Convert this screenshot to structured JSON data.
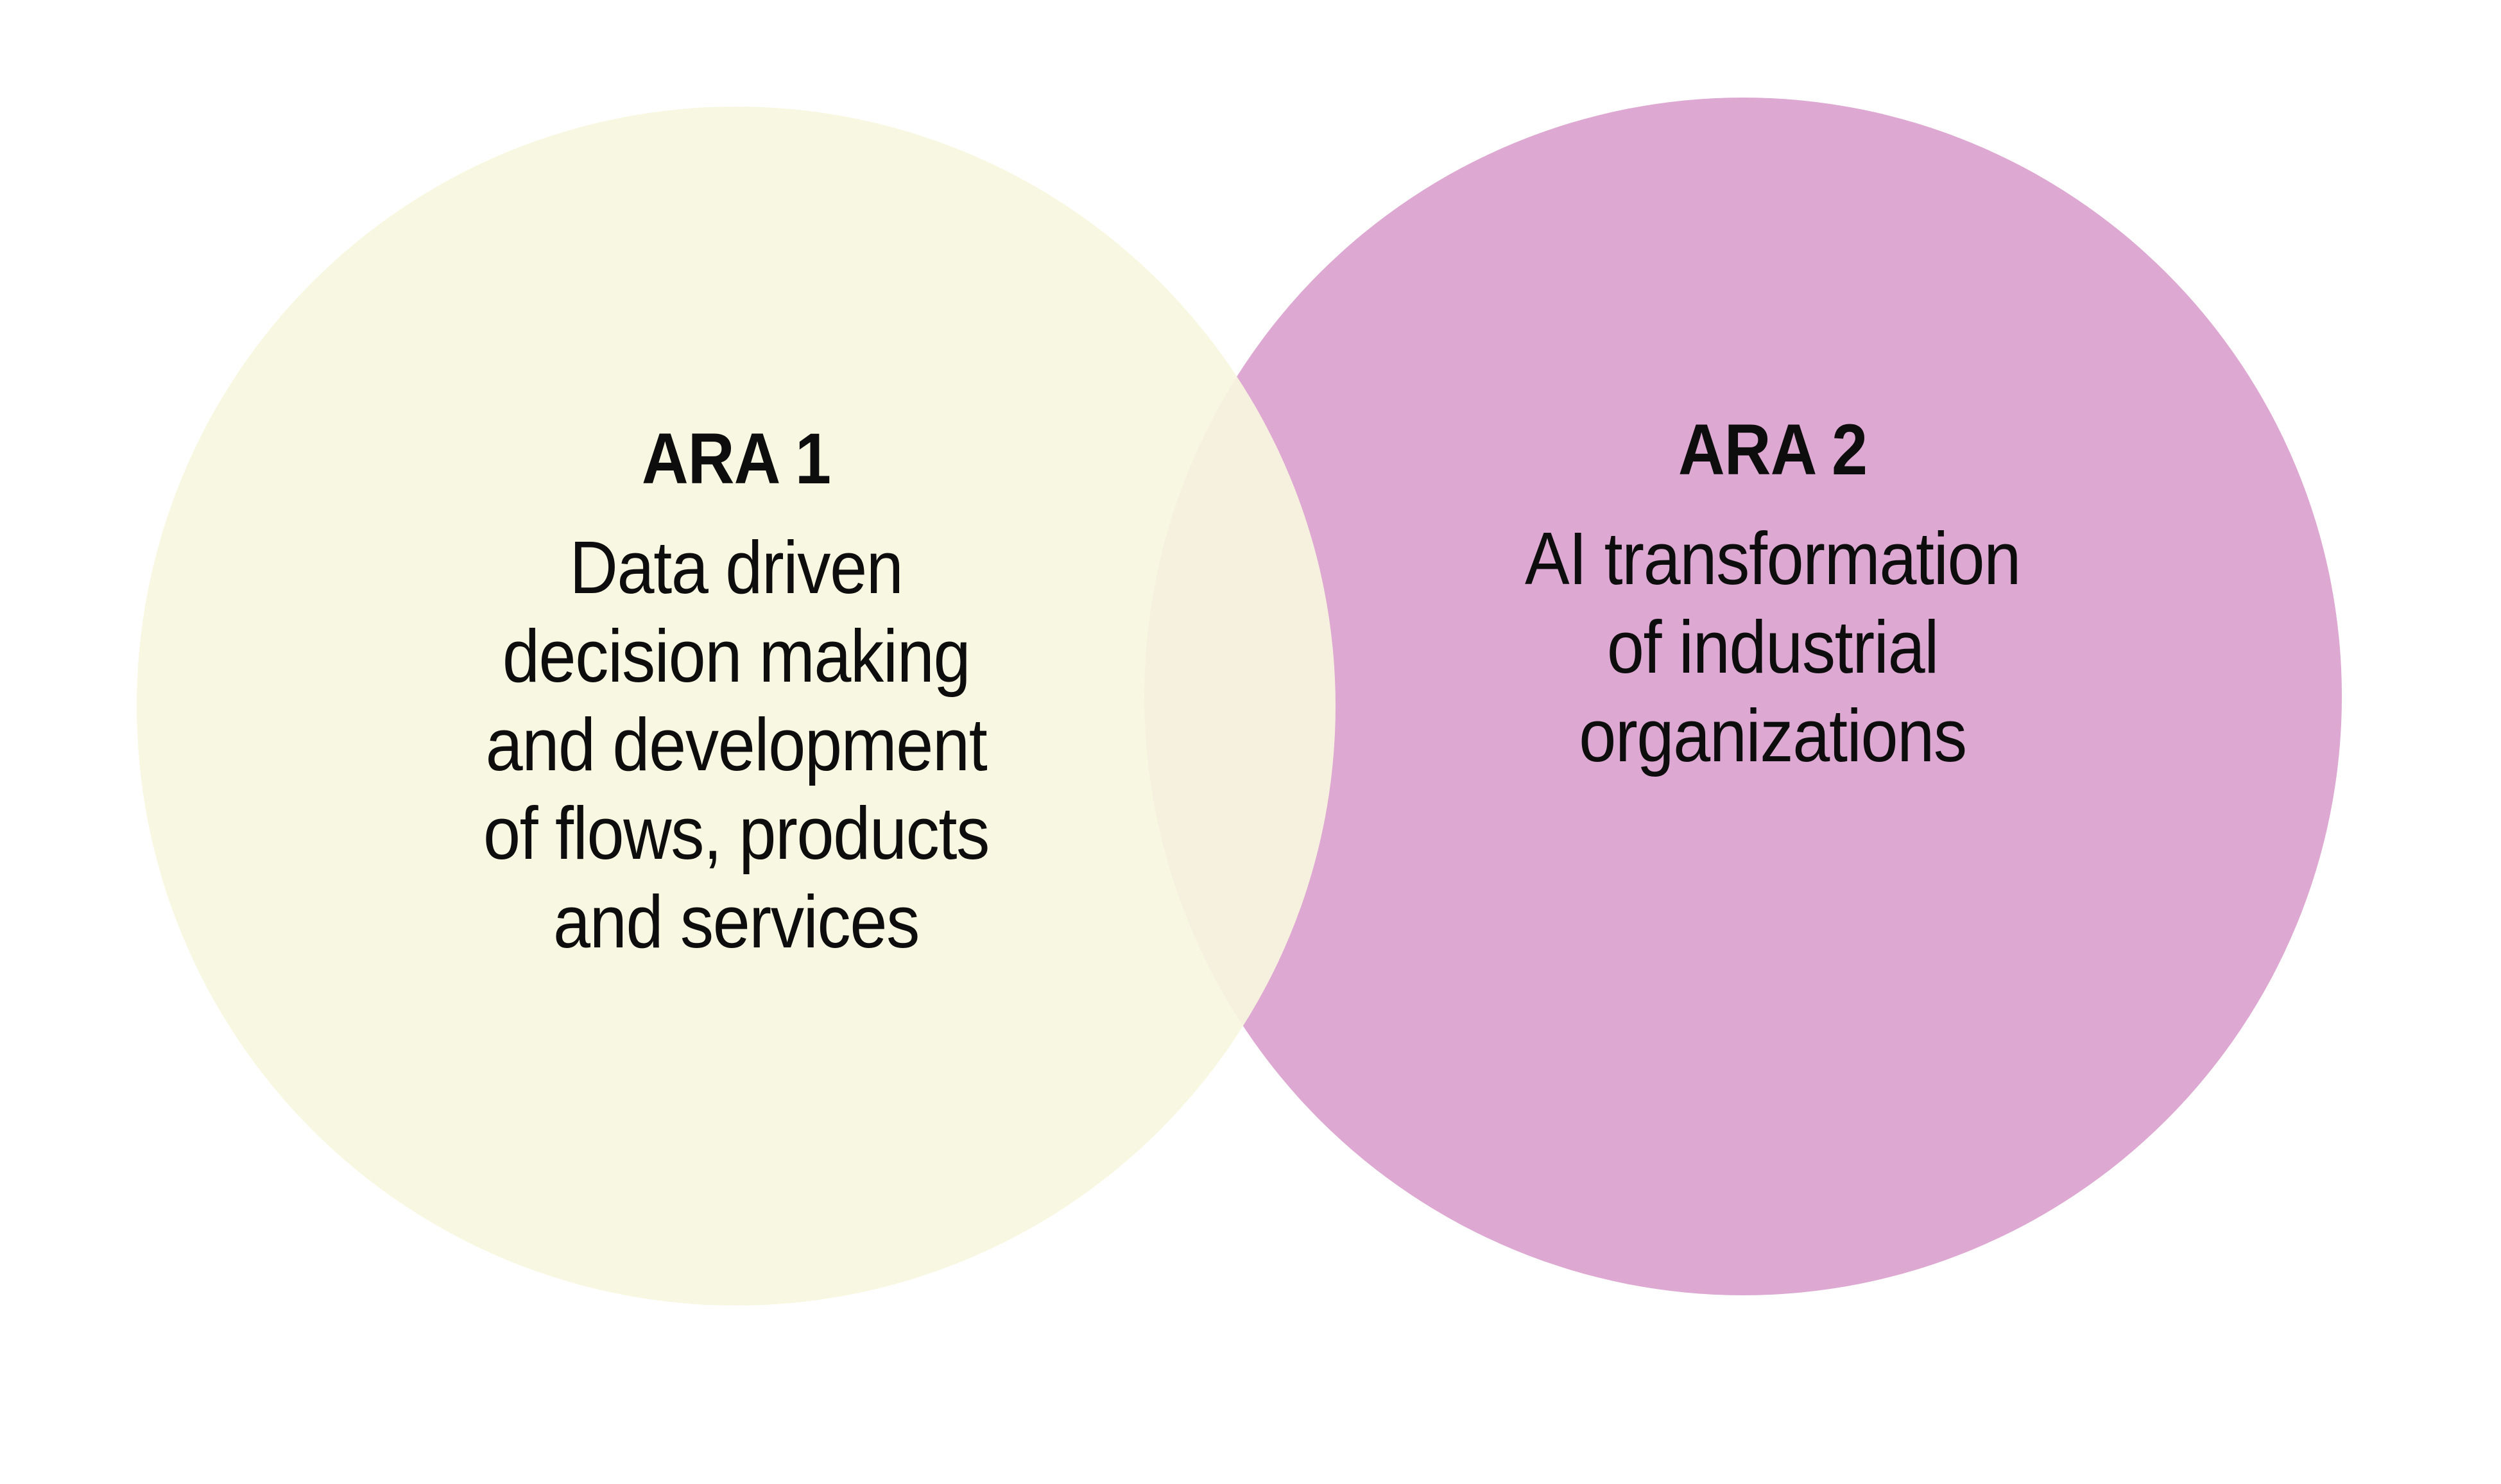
{
  "diagram": {
    "type": "venn",
    "background_color": "#ffffff",
    "overlap_color": "#efe8db",
    "sets": [
      {
        "id": "ara-1",
        "title": "ARA 1",
        "fill_color": "#f7f7df",
        "text_color": "#0d0d0d",
        "lines": [
          "Data driven",
          "decision making",
          "and development",
          "of flows, products",
          "and services"
        ],
        "description": "Data driven decision making and development of flows, products and services"
      },
      {
        "id": "ara-2",
        "title": "ARA 2",
        "fill_color": "#dda8d1",
        "text_color": "#0d0d0d",
        "lines": [
          "AI transformation",
          "of industrial",
          "organizations"
        ],
        "description": "AI transformation of industrial organizations"
      }
    ]
  }
}
